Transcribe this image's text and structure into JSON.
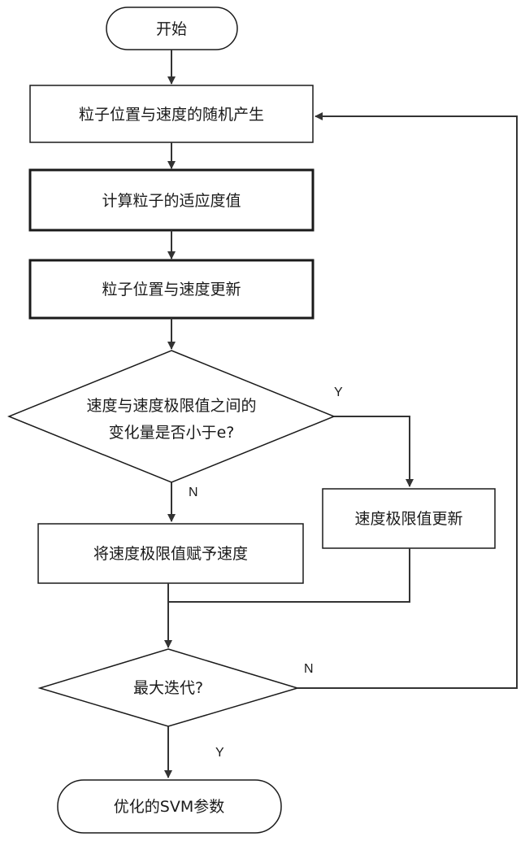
{
  "nodes": {
    "start": "开始",
    "init": "粒子位置与速度的随机产生",
    "fitness": "计算粒子的适应度值",
    "update": "粒子位置与速度更新",
    "decision1_line1": "速度与速度极限值之间的",
    "decision1_line2": "变化量是否小于e?",
    "limit_update": "速度极限值更新",
    "assign": "将速度极限值赋予速度",
    "decision2": "最大迭代?",
    "end": "优化的SVM参数"
  },
  "edge_labels": {
    "d1_yes": "Y",
    "d1_no": "N",
    "d2_no": "N",
    "d2_yes": "Y"
  }
}
